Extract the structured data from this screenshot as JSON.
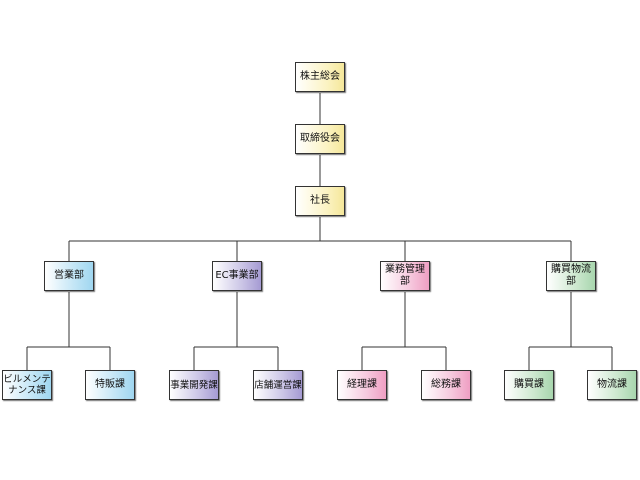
{
  "org": {
    "shareholders": "株主総会",
    "board": "取締役会",
    "president": "社長",
    "departments": [
      {
        "name": "営業部",
        "sections": [
          "ビルメンテ\nナンス課",
          "特販課"
        ]
      },
      {
        "name": "EC事業部",
        "sections": [
          "事業開発課",
          "店舗運営課"
        ]
      },
      {
        "name": "業務管理部",
        "sections": [
          "経理課",
          "総務課"
        ]
      },
      {
        "name": "購買物流部",
        "sections": [
          "購買課",
          "物流課"
        ]
      }
    ]
  },
  "colors": {
    "line": "#333333",
    "top_levels": "#f5e79a",
    "sales": "#9fd6f0",
    "ec": "#a59bd3",
    "operations": "#ef9fc3",
    "purchasing": "#a8d6ae"
  }
}
